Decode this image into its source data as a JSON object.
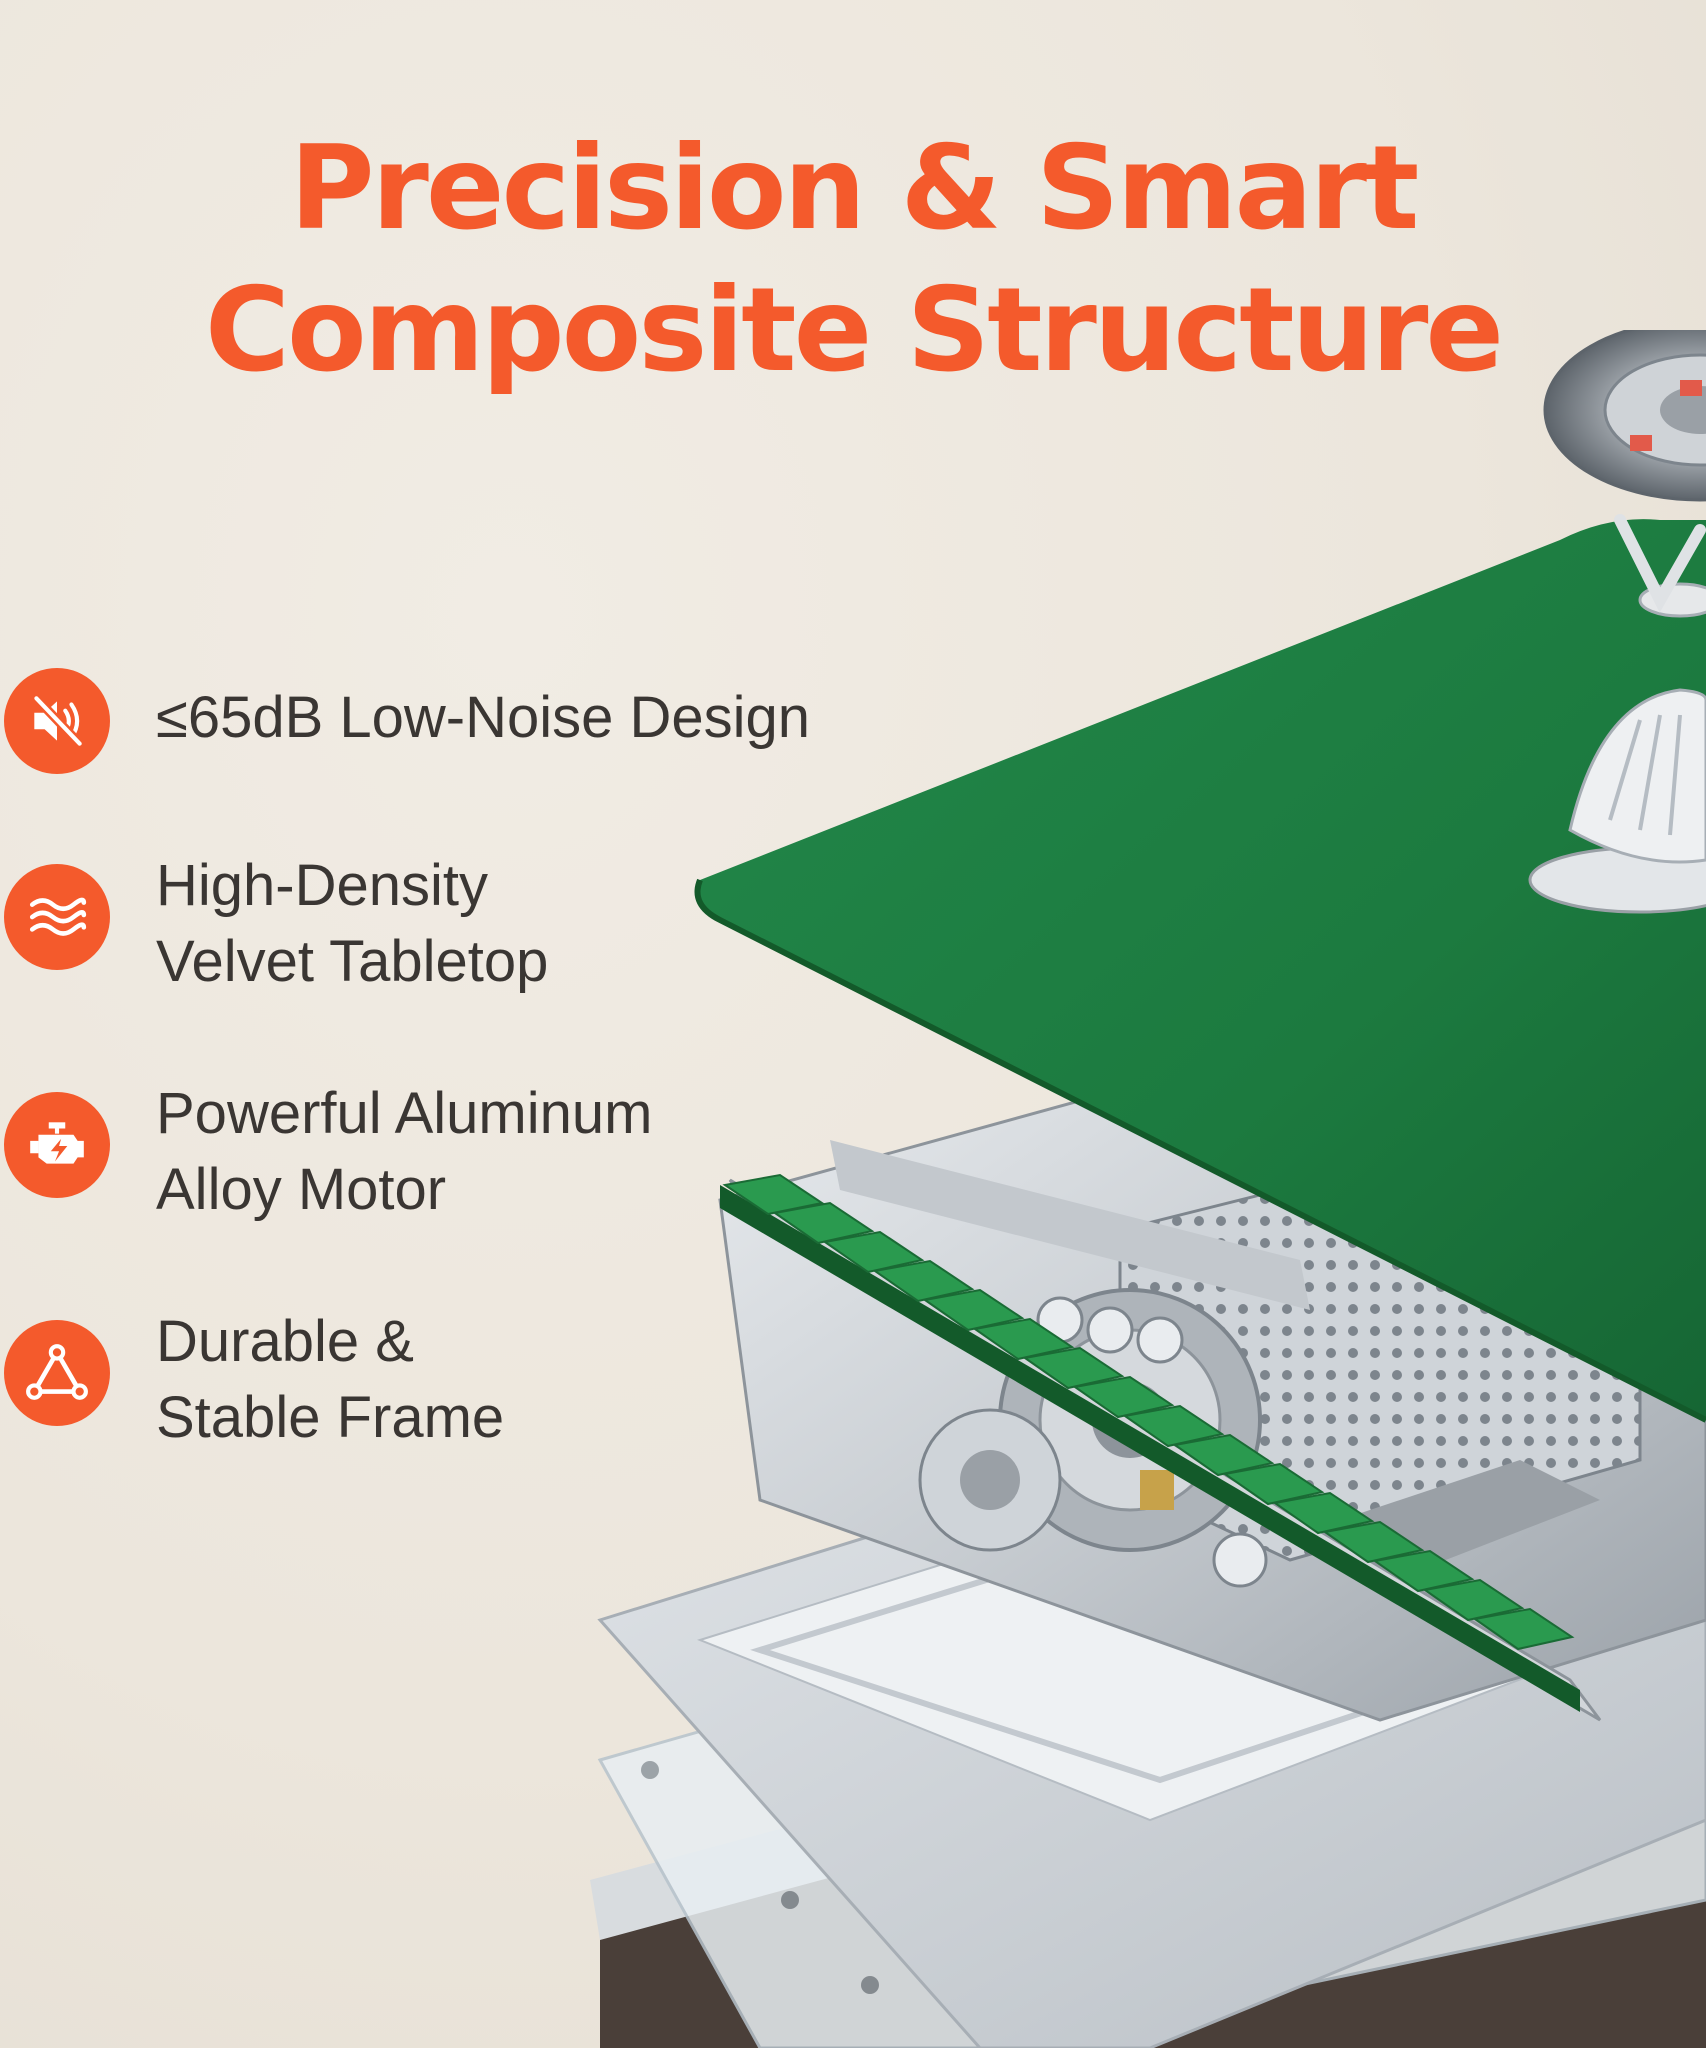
{
  "title": {
    "line1": "Precision & Smart",
    "line2": "Composite Structure"
  },
  "features": [
    {
      "icon": "mute-speaker-icon",
      "line1": "≤65dB Low-Noise Design",
      "line2": ""
    },
    {
      "icon": "waves-icon",
      "line1": "High-Density",
      "line2": "Velvet Tabletop"
    },
    {
      "icon": "engine-motor-icon",
      "line1": "Powerful Aluminum",
      "line2": "Alloy Motor"
    },
    {
      "icon": "triangle-frame-icon",
      "line1": "Durable &",
      "line2": "Stable Frame"
    }
  ],
  "colors": {
    "accent": "#f45a2c",
    "text": "#3a3633",
    "background": "#ede7dd",
    "felt": "#1f7a3a"
  }
}
